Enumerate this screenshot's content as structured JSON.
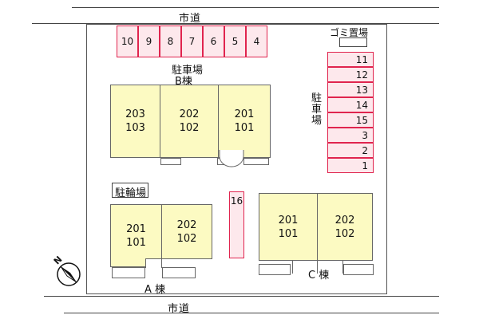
{
  "roads": {
    "top": "市道",
    "bottom": "市道"
  },
  "parking_b": {
    "title": "駐車場",
    "slots": [
      "10",
      "9",
      "8",
      "7",
      "6",
      "5",
      "4"
    ]
  },
  "parking_right": {
    "title_chars": [
      "駐",
      "車",
      "場"
    ],
    "slots": [
      "11",
      "12",
      "13",
      "14",
      "15",
      "3",
      "2",
      "1"
    ]
  },
  "parking_16": "16",
  "garbage": "ゴミ置場",
  "bicycle": "駐輪場",
  "buildings": {
    "b": {
      "label": "B棟",
      "units": [
        {
          "upper": "203",
          "lower": "103"
        },
        {
          "upper": "202",
          "lower": "102"
        },
        {
          "upper": "201",
          "lower": "101"
        }
      ]
    },
    "a": {
      "label": "A 棟",
      "units": [
        {
          "upper": "201",
          "lower": "101"
        },
        {
          "upper": "202",
          "lower": "102"
        }
      ]
    },
    "c": {
      "label": "C 棟",
      "units": [
        {
          "upper": "201",
          "lower": "101"
        },
        {
          "upper": "202",
          "lower": "102"
        }
      ]
    }
  },
  "north_label": "N",
  "colors": {
    "parking_fill": "#fde8ec",
    "parking_border": "#e0244e",
    "unit_fill": "#fcfac2"
  }
}
